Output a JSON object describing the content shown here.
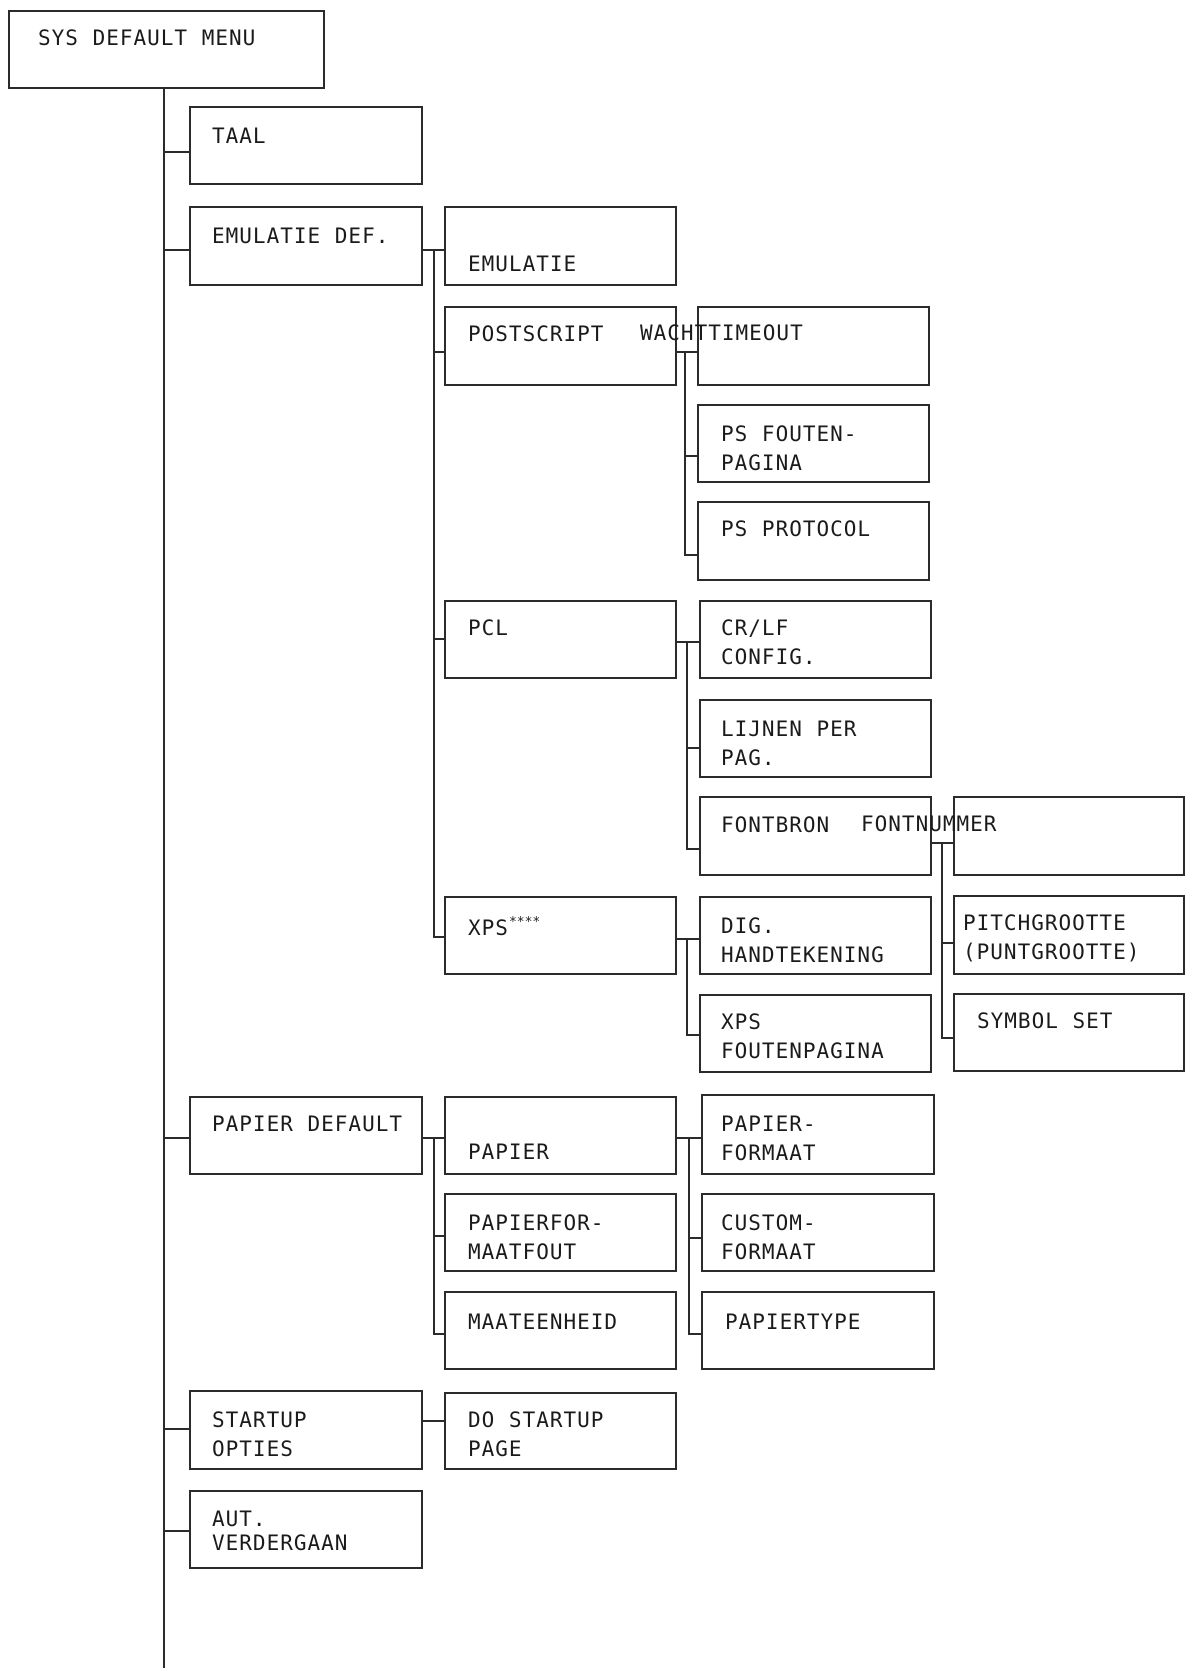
{
  "menu": {
    "root": "SYS DEFAULT MENU",
    "taal": "TAAL",
    "emulatie_def": "EMULATIE DEF.",
    "emulatie": "EMULATIE",
    "postscript": "POSTSCRIPT",
    "wachttimeout": "WACHTTIMEOUT",
    "ps_foutenpagina_l1": "PS FOUTEN-",
    "ps_foutenpagina_l2": "PAGINA",
    "ps_protocol": "PS PROTOCOL",
    "pcl": "PCL",
    "crlf_l1": "CR/LF",
    "crlf_l2": "CONFIG.",
    "lijnen_l1": "LIJNEN PER",
    "lijnen_l2": "PAG.",
    "fontbron": "FONTBRON",
    "fontnummer": "FONTNUMMER",
    "pitch_l1": "PITCHGROOTTE",
    "pitch_l2": "(PUNTGROOTTE)",
    "symbol_set": "SYMBOL SET",
    "xps": "XPS",
    "xps_mark": "****",
    "dig_l1": "DIG.",
    "dig_l2": "HANDTEKENING",
    "xps_fp_l1": "XPS",
    "xps_fp_l2": "FOUTENPAGINA",
    "papier_default": "PAPIER DEFAULT",
    "papier": "PAPIER",
    "papierformaat_l1": "PAPIER-",
    "papierformaat_l2": "FORMAAT",
    "custom_l1": "CUSTOM-",
    "custom_l2": "FORMAAT",
    "papiertype": "PAPIERTYPE",
    "pff_l1": "PAPIERFOR-",
    "pff_l2": "MAATFOUT",
    "maateenheid": "MAATEENHEID",
    "startup_l1": "STARTUP",
    "startup_l2": "OPTIES",
    "do_startup_l1": "DO STARTUP",
    "do_startup_l2": "PAGE",
    "aut_l1": "AUT.",
    "aut_l2": "VERDERGAAN"
  }
}
